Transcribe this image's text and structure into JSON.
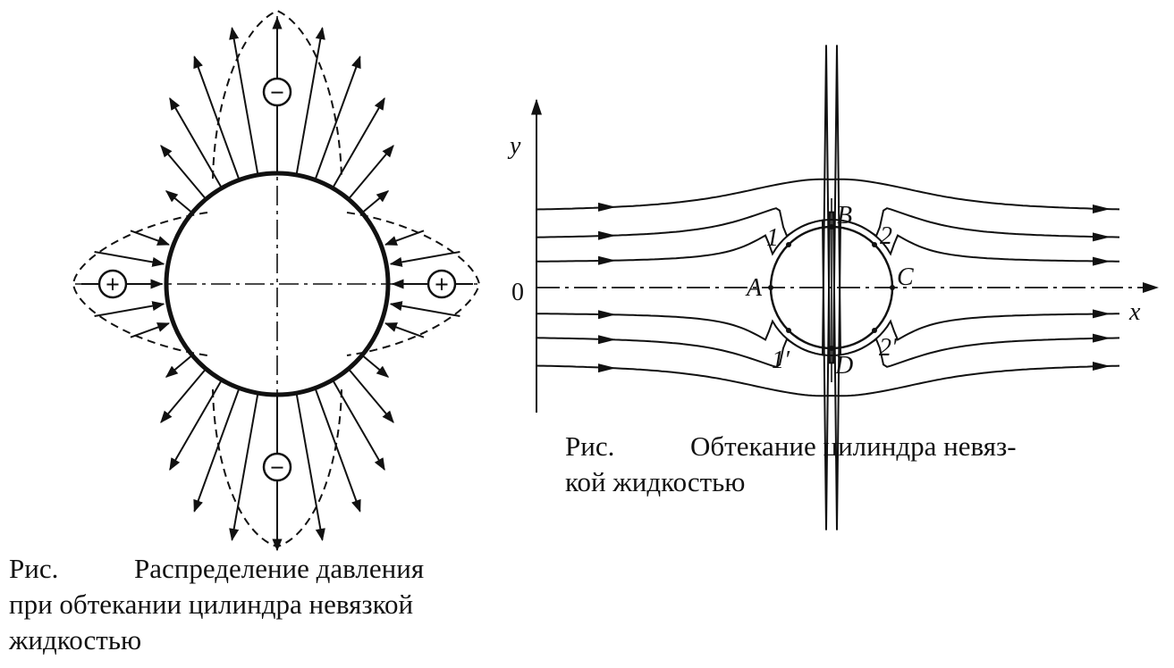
{
  "figure1": {
    "caption_prefix": "Рис.",
    "caption_line1": "Распределение давления",
    "caption_line2": "при обтекании цилиндра невязкой",
    "caption_line3": "жидкостью",
    "signs": {
      "top": "−",
      "bottom": "−",
      "left": "+",
      "right": "+"
    }
  },
  "figure2": {
    "caption_prefix": "Рис.",
    "caption_line1": "Обтекание цилиндра невяз-",
    "caption_line2": "кой жидкостью",
    "axis_y": "y",
    "axis_x": "x",
    "origin": "0",
    "points": {
      "A": "A",
      "B": "B",
      "C": "C",
      "D": "D",
      "p1": "1",
      "p2": "2",
      "p1p": "1′",
      "p2p": "2′"
    }
  }
}
